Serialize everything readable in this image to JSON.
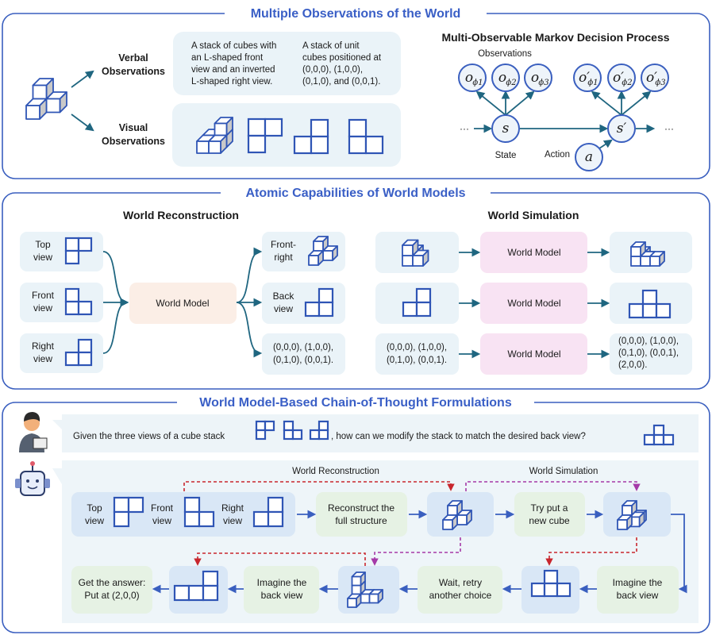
{
  "colors": {
    "frame": "#3a5fbf",
    "title": "#3a5fc6",
    "arrow_teal": "#1f6680",
    "arrow_blue": "#3a5fbf",
    "box_light": "#edf4f8",
    "box_blue": "#d9e7f6",
    "box_green": "#e6f2e4",
    "box_peach": "#fbeee6",
    "box_pink": "#f8e3f3",
    "reconstruction_red": "#c8262d",
    "simulation_purple": "#a53aa8"
  },
  "observations": {
    "title": "Multiple Observations of the World",
    "verbal_label": [
      "Verbal",
      "Observations"
    ],
    "visual_label": [
      "Visual",
      "Observations"
    ],
    "verbal_text_1": [
      "A stack of cubes with",
      "an L-shaped front",
      "view and an inverted",
      "L-shaped right view."
    ],
    "verbal_text_2": [
      "A stack of unit",
      "cubes positioned at",
      "(0,0,0), (1,0,0),",
      "(0,1,0), and (0,0,1)."
    ],
    "mdp": {
      "title": "Multi-Observable Markov Decision Process",
      "observations_label": "Observations",
      "state_label": "State",
      "action_label": "Action",
      "ellipsis": "···",
      "obs_symbol": "o",
      "obs_prime_symbol": "o′",
      "obs_subscripts": [
        "ϕ1",
        "ϕ2",
        "ϕ3"
      ],
      "state": "s",
      "next_state": "s′",
      "action": "a"
    }
  },
  "capabilities": {
    "title": "Atomic Capabilities of World Models",
    "reconstruction": {
      "heading": "World Reconstruction",
      "inputs": [
        [
          "Top",
          "view"
        ],
        [
          "Front",
          "view"
        ],
        [
          "Right",
          "view"
        ]
      ],
      "model": "World Model",
      "outputs": {
        "front_right": [
          "Front-",
          "right"
        ],
        "back": [
          "Back",
          "view"
        ],
        "coords": [
          "(0,0,0), (1,0,0),",
          "(0,1,0), (0,0,1)."
        ]
      }
    },
    "simulation": {
      "heading": "World Simulation",
      "model": "World Model",
      "coords_in": [
        "(0,0,0), (1,0,0),",
        "(0,1,0), (0,0,1)."
      ],
      "coords_out": [
        "(0,0,0), (1,0,0),",
        "(0,1,0), (0,0,1),",
        "(2,0,0)."
      ]
    }
  },
  "cot": {
    "title": "World Model-Based Chain-of-Thought Formulations",
    "question_part1": "Given the three views of a cube stack",
    "question_part2": ", how can we modify the stack to match the desired back view?",
    "reconstruction_label": "World Reconstruction",
    "simulation_label": "World Simulation",
    "views": [
      [
        "Top",
        "view"
      ],
      [
        "Front",
        "view"
      ],
      [
        "Right",
        "view"
      ]
    ],
    "steps": {
      "reconstruct": [
        "Reconstruct the",
        "full structure"
      ],
      "try_cube": [
        "Try put a",
        "new cube"
      ],
      "imagine_1": [
        "Imagine the",
        "back view"
      ],
      "retry": [
        "Wait, retry",
        "another choice"
      ],
      "imagine_2": [
        "Imagine the",
        "back view"
      ],
      "answer": [
        "Get the answer:",
        "Put at (2,0,0)"
      ]
    }
  }
}
